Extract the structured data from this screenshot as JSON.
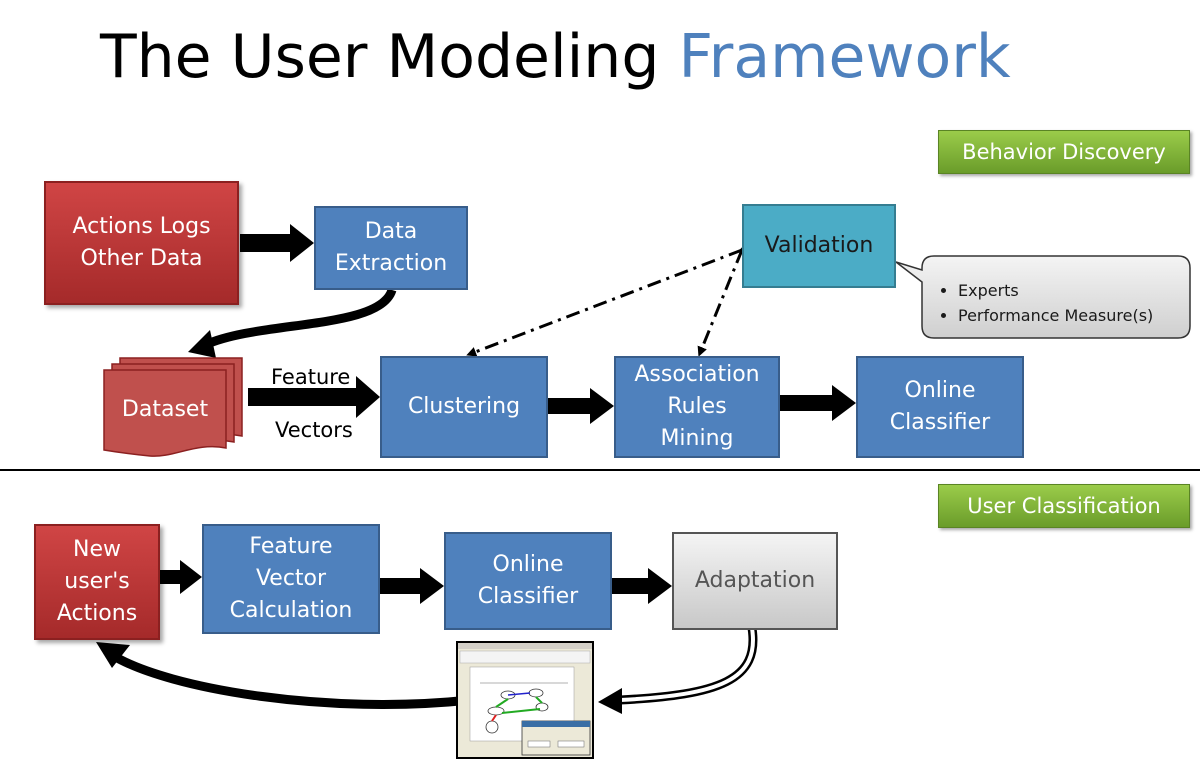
{
  "title": {
    "main": "The User Modeling",
    "accent": "Framework"
  },
  "sections": {
    "discovery": "Behavior Discovery",
    "classification": "User Classification"
  },
  "discovery": {
    "logs": "Actions Logs\nOther Data",
    "extraction": "Data\nExtraction",
    "validation": "Validation",
    "dataset": "Dataset",
    "feature_label": "Feature",
    "vectors_label": "Vectors",
    "clustering": "Clustering",
    "association": "Association\nRules\nMining",
    "classifier": "Online\nClassifier",
    "callout_items": [
      "Experts",
      "Performance Measure(s)"
    ]
  },
  "classification": {
    "new_actions": "New\nuser's\nActions",
    "feature_calc": "Feature\nVector\nCalculation",
    "classifier": "Online\nClassifier",
    "adaptation": "Adaptation"
  },
  "colors": {
    "blue": "#4f81bd",
    "red": "#c0504d",
    "teal": "#4bacc6",
    "green": "#7cb342",
    "accent": "#4f81bd"
  },
  "icons": [
    "screenshot-thumbnail"
  ]
}
